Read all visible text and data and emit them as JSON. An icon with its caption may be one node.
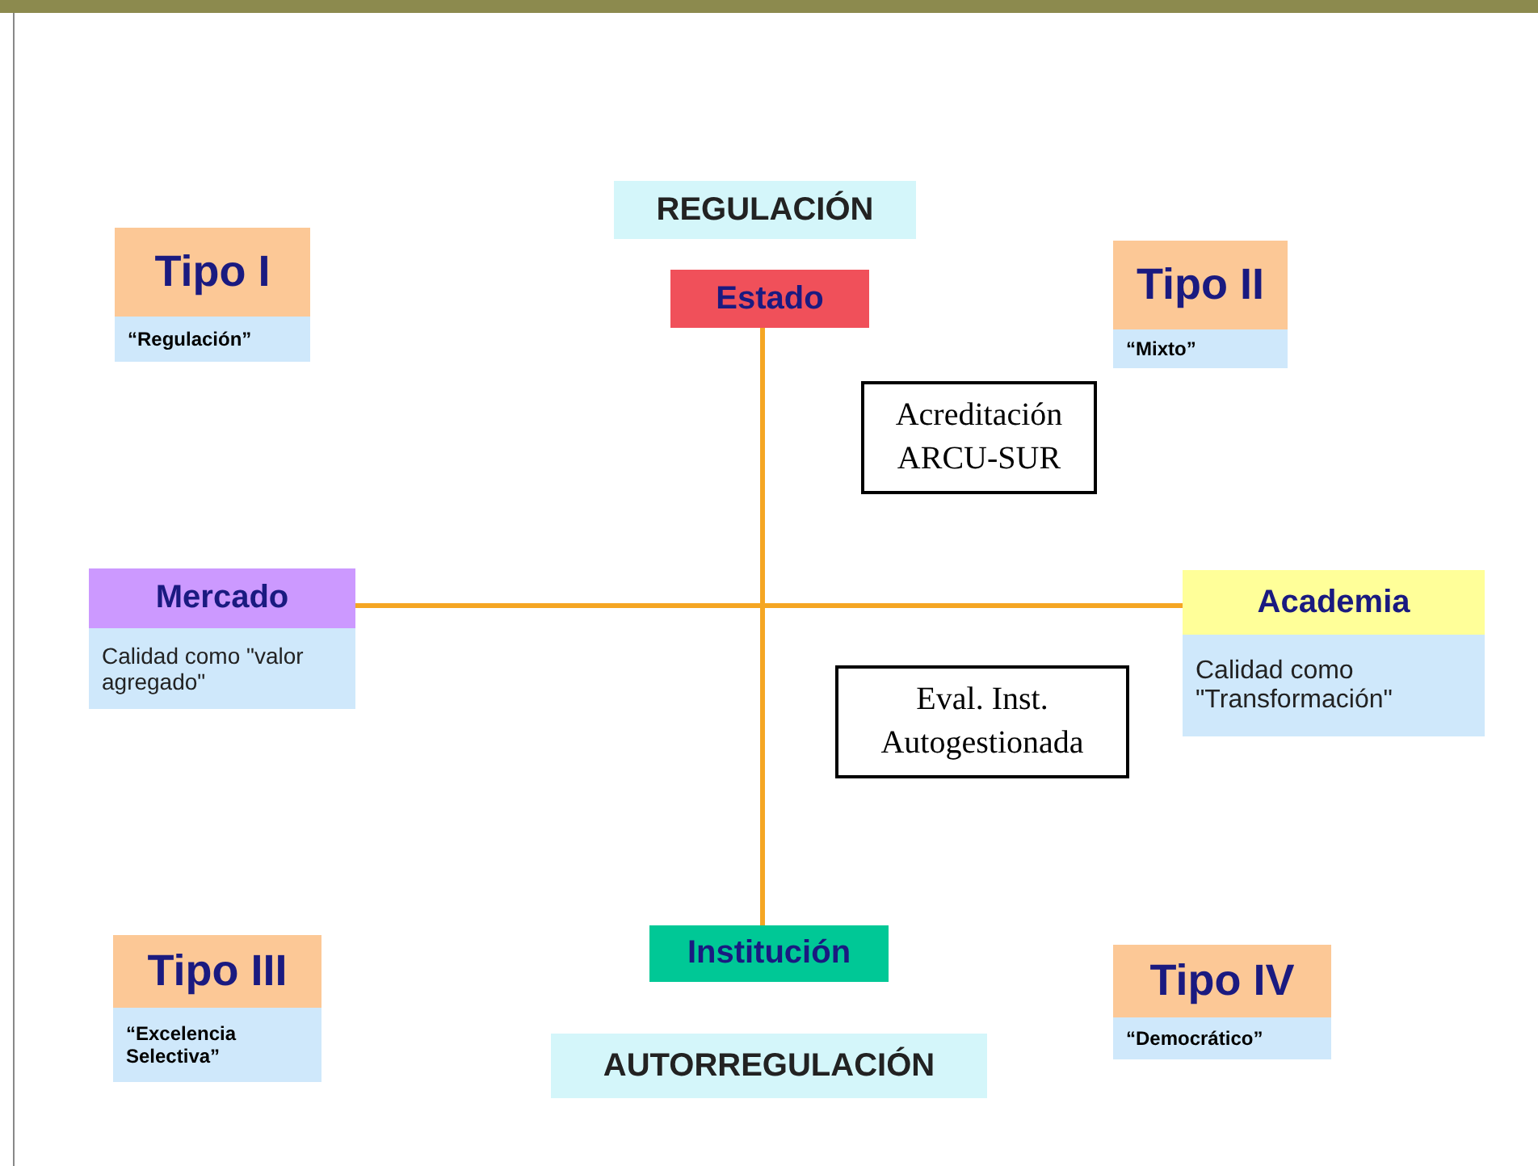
{
  "diagram": {
    "nodes": [
      {
        "text": [
          "REGULACIÓN"
        ]
      },
      {
        "text": [
          "Estado"
        ]
      },
      {
        "text": [
          "Tipo I",
          "“Regulación”"
        ]
      },
      {
        "text": [
          "Tipo II",
          "“Mixto”"
        ]
      },
      {
        "text": [
          "Acreditación ARCU-SUR"
        ]
      },
      {
        "text": [
          "Mercado",
          "Calidad como \"valor agregado\""
        ]
      },
      {
        "text": [
          "Academia",
          "Calidad como \"Transformación\""
        ]
      },
      {
        "text": [
          "Eval. Inst. Autogestionada"
        ]
      },
      {
        "text": [
          "Tipo III",
          "“Excelencia Selectiva”"
        ]
      },
      {
        "text": [
          "Institución"
        ]
      },
      {
        "text": [
          "Tipo IV",
          "“Democrático”"
        ]
      },
      {
        "text": [
          "AUTORREGULACIÓN"
        ]
      }
    ],
    "edges": [
      {
        "from": 1,
        "to": 9,
        "arrow": "none"
      },
      {
        "from": 5,
        "to": 6,
        "arrow": "none"
      }
    ]
  }
}
